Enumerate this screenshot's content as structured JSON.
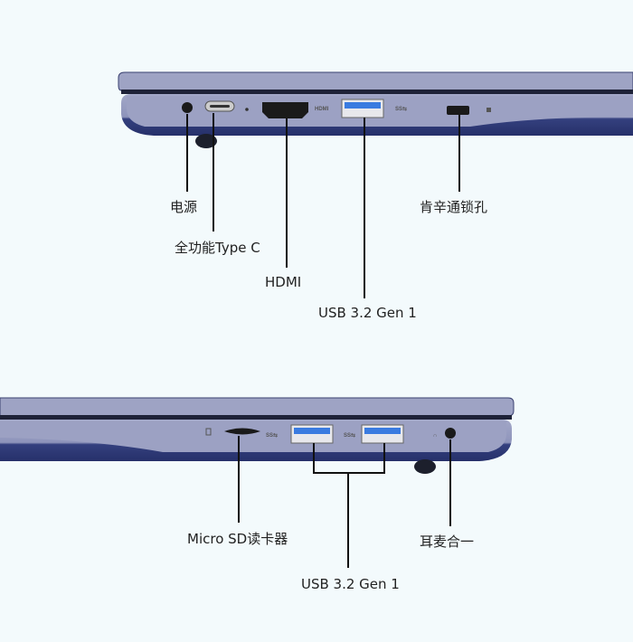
{
  "colors": {
    "background": "#f3fafc",
    "lid": "#9ea3c4",
    "body_top": "#9a9fc2",
    "body_bottom": "#2f3a78",
    "usb_blue": "#3a7be0"
  },
  "top_view": {
    "port_markings": {
      "hdmi": "HDMI"
    },
    "labels": {
      "power": "电源",
      "typec": "全功能Type C",
      "hdmi": "HDMI",
      "usb": "USB 3.2 Gen 1",
      "lock": "肯辛通锁孔"
    }
  },
  "bottom_view": {
    "labels": {
      "sd": "Micro SD读卡器",
      "usb": "USB 3.2 Gen 1",
      "audio": "耳麦合一"
    }
  }
}
